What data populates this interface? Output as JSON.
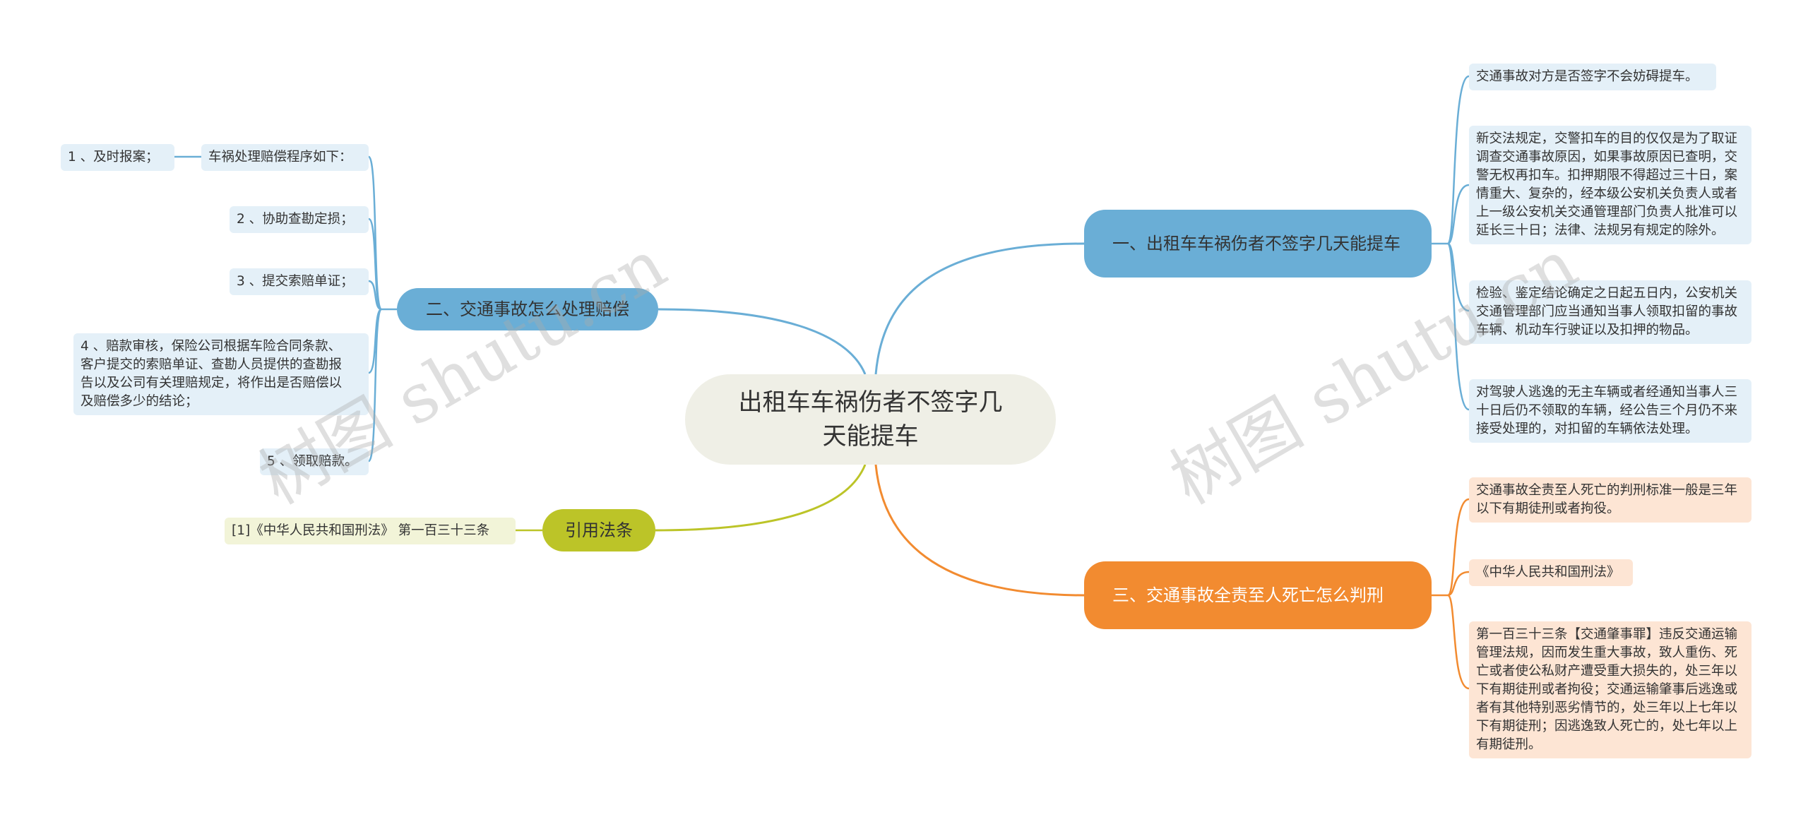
{
  "center": {
    "title": "出租车车祸伤者不签字几天能提车"
  },
  "branches": {
    "b1": {
      "label": "一、出租车车祸伤者不签字几天能提车",
      "leaves": [
        "交通事故对方是否签字不会妨碍提车。",
        "新交法规定，交警扣车的目的仅仅是为了取证\n调查交通事故原因，如果事故原因已查明，交\n警无权再扣车。扣押期限不得超过三十日，案\n情重大、复杂的，经本级公安机关负责人或者\n上一级公安机关交通管理部门负责人批准可以\n延长三十日；法律、法规另有规定的除外。",
        "检验、鉴定结论确定之日起五日内，公安机关\n交通管理部门应当通知当事人领取扣留的事故\n车辆、机动车行驶证以及扣押的物品。",
        "对驾驶人逃逸的无主车辆或者经通知当事人三\n十日后仍不领取的车辆，经公告三个月仍不来\n接受处理的，对扣留的车辆依法处理。"
      ]
    },
    "b2": {
      "label": "二、交通事故怎么处理赔偿",
      "leaves": [
        "车祸处理赔偿程序如下：",
        "2 、协助查勘定损；",
        "3 、提交索赔单证；",
        "4 、赔款审核，保险公司根据车险合同条款、\n客户提交的索赔单证、查勘人员提供的查勘报\n告以及公司有关理赔规定，将作出是否赔偿以\n及赔偿多少的结论；",
        "5 、领取赔款。"
      ],
      "sub": "1 、及时报案；"
    },
    "b3": {
      "label": "三、交通事故全责至人死亡怎么判刑",
      "leaves": [
        "交通事故全责至人死亡的判刑标准一般是三年\n以下有期徒刑或者拘役。",
        "《中华人民共和国刑法》",
        "第一百三十三条【交通肇事罪】违反交通运输\n管理法规，因而发生重大事故，致人重伤、死\n亡或者使公私财产遭受重大损失的，处三年以\n下有期徒刑或者拘役；交通运输肇事后逃逸或\n者有其他特别恶劣情节的，处三年以上七年以\n下有期徒刑；因逃逸致人死亡的，处七年以上\n有期徒刑。"
      ]
    },
    "b4": {
      "label": "引用法条",
      "leaves": [
        "[1]《中华人民共和国刑法》 第一百三十三条"
      ]
    }
  },
  "watermarks": [
    "树图 shutu.cn",
    "树图 shutu.cn"
  ],
  "colors": {
    "blue": "#6aaed6",
    "orange": "#f28b30",
    "green": "#bcc428"
  }
}
